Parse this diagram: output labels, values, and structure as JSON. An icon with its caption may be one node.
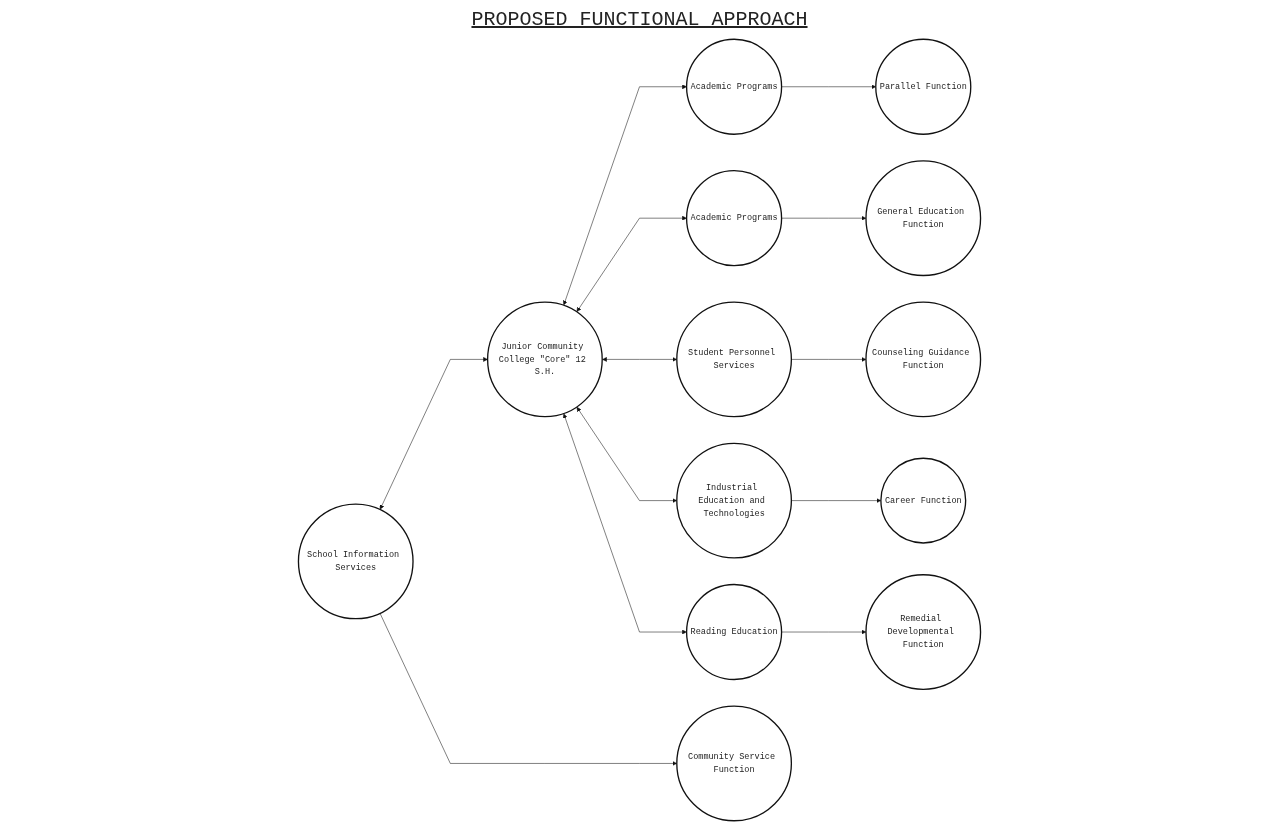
{
  "diagram": {
    "title": "PROPOSED FUNCTIONAL APPROACH",
    "nodes": [
      {
        "text": [
          "Parallel Function"
        ]
      },
      {
        "text": [
          "General Education Function"
        ]
      },
      {
        "text": [
          "Academic Programs"
        ]
      },
      {
        "text": [
          "Academic Programs"
        ]
      },
      {
        "text": [
          "Community Service Function"
        ]
      },
      {
        "text": [
          "School Information Services"
        ]
      },
      {
        "text": [
          "Junior Community College \"Core\" 12 S.H."
        ]
      },
      {
        "text": [
          "Student Personnel Services"
        ]
      },
      {
        "text": [
          "Counseling Guidance Function"
        ]
      },
      {
        "text": [
          "Industrial Education and Technologies"
        ]
      },
      {
        "text": [
          "Reading Education"
        ]
      },
      {
        "text": [
          "Career Function"
        ]
      },
      {
        "text": [
          "Remedial Developmental Function"
        ]
      }
    ],
    "edges": [
      {
        "from": 2,
        "to": 0,
        "arrow": "to"
      },
      {
        "from": 3,
        "to": 1,
        "arrow": "to"
      },
      {
        "from": 6,
        "to": 2,
        "arrow": "both"
      },
      {
        "from": 6,
        "to": 3,
        "arrow": "both"
      },
      {
        "from": 5,
        "to": 4,
        "arrow": "to"
      },
      {
        "from": 5,
        "to": 6,
        "arrow": "both"
      },
      {
        "from": 6,
        "to": 7,
        "arrow": "both"
      },
      {
        "from": 7,
        "to": 8,
        "arrow": "to"
      },
      {
        "from": 6,
        "to": 9,
        "arrow": "both"
      },
      {
        "from": 6,
        "to": 10,
        "arrow": "both"
      },
      {
        "from": 9,
        "to": 11,
        "arrow": "to"
      },
      {
        "from": 10,
        "to": 12,
        "arrow": "to"
      }
    ]
  }
}
